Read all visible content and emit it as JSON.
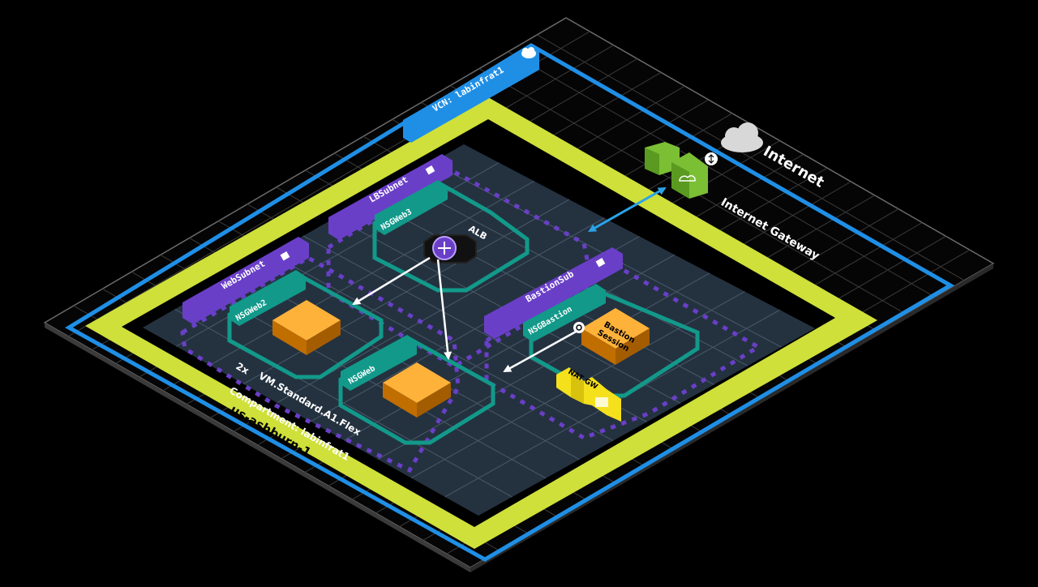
{
  "vcn": {
    "label": "VCN: labinfrat1"
  },
  "internet": {
    "label": "Internet"
  },
  "internet_gateway": {
    "label": "Internet Gateway"
  },
  "region": {
    "label": "us-ashburn-1"
  },
  "compartment": {
    "label": "Compartment: labinfrat1"
  },
  "compute": {
    "count": "2x",
    "shape": "VM.Standard.A1.Flex"
  },
  "subnets": {
    "lb": "LBSubnet",
    "web": "WebSubnet",
    "bastion": "BastionSub"
  },
  "nsgs": {
    "web3": "NSGWeb3",
    "web2": "NSGWeb2",
    "web": "NSGWeb",
    "bastion": "NSGBastion"
  },
  "alb": {
    "label": "ALB"
  },
  "bastion": {
    "label_line1": "Bastion",
    "label_line2": "Session"
  },
  "nat": {
    "label": "NAT GW"
  },
  "colors": {
    "background": "#000000",
    "grid": "#5a5a5a",
    "vcn_border": "#1f8fe6",
    "compartment": "#cfe03a",
    "floor": "#243240",
    "subnet": "#6a3fc8",
    "nsg": "#12998a",
    "compute": "#f39a10",
    "gateway": "#7bbf35",
    "nat": "#f5e01c",
    "link": "#ffffff",
    "internet_link": "#2aa3e8"
  },
  "icons": [
    "cloud-icon",
    "lock-icon",
    "load-balancer-icon",
    "clock-icon",
    "arrows-icon"
  ]
}
